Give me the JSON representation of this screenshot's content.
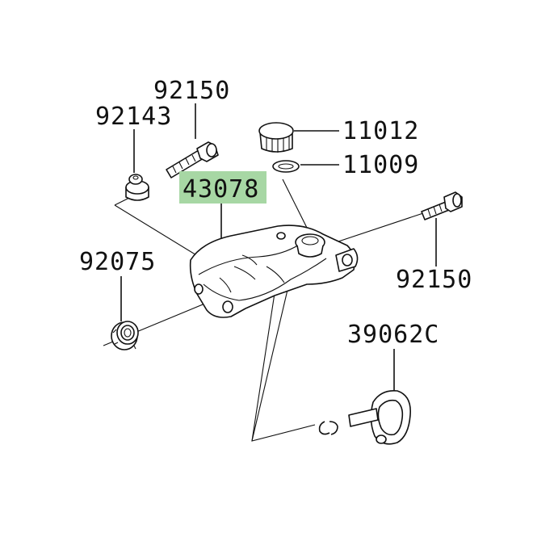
{
  "diagram": {
    "labels": {
      "p92150_top": "92150",
      "p92143": "92143",
      "p11012": "11012",
      "p11009": "11009",
      "p43078": "43078",
      "p92075": "92075",
      "p92150_right": "92150",
      "p39062c": "39062C"
    },
    "highlight_color": "#a7d7a4",
    "line_color": "#111111"
  }
}
